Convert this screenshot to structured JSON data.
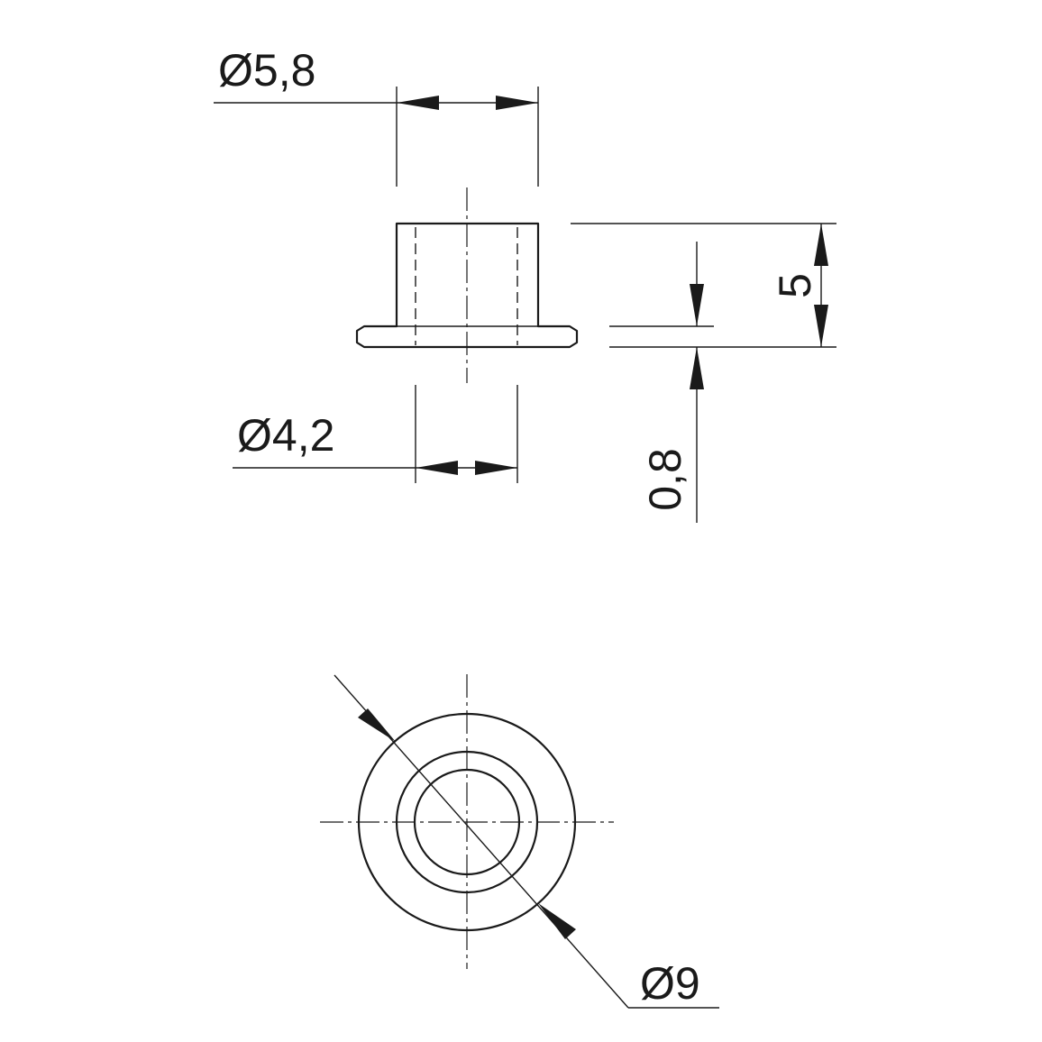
{
  "drawing": {
    "dimensions": {
      "flange_bore_diameter": "Ø5,8",
      "bore_diameter": "Ø4,2",
      "total_height": "5",
      "flange_thickness": "0,8",
      "flange_outer_diameter": "Ø9"
    }
  }
}
